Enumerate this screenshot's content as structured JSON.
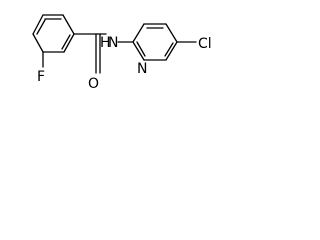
{
  "molecule": {
    "atoms": {
      "fluorine": "F",
      "oxygen": "O",
      "amide_nitrogen": "N",
      "amide_hydrogen": "H",
      "pyridine_nitrogen": "N",
      "chlorine": "Cl"
    }
  }
}
